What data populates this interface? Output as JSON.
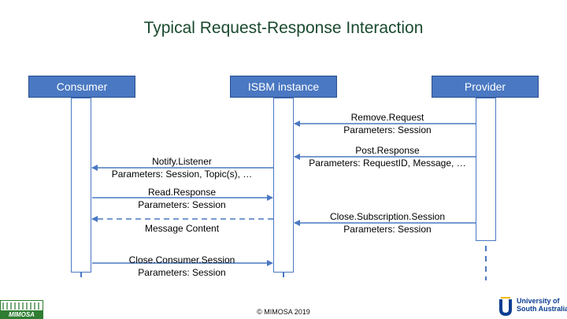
{
  "title": "Typical Request-Response Interaction",
  "actors": {
    "consumer": "Consumer",
    "isbm": "ISBM instance",
    "provider": "Provider"
  },
  "messages": {
    "remove_request": {
      "name": "Remove.Request",
      "params": "Parameters: Session"
    },
    "post_response": {
      "name": "Post.Response",
      "params": "Parameters: RequestID, Message, …"
    },
    "notify_listener": {
      "name": "Notify.Listener",
      "params": "Parameters: Session, Topic(s), …"
    },
    "read_response": {
      "name": "Read.Response",
      "params": "Parameters: Session"
    },
    "close_subscription": {
      "name": "Close.Subscription.Session",
      "params": "Parameters: Session"
    },
    "message_content": {
      "name": "Message Content"
    },
    "close_consumer": {
      "name": "Close.Consumer.Session",
      "params": "Parameters: Session"
    }
  },
  "footer": {
    "copyright": "© MIMOSA 2019"
  },
  "logos": {
    "mimosa": "MIMOSA",
    "unisa_line1": "University of",
    "unisa_line2": "South Australia"
  },
  "colors": {
    "actor_fill": "#4a78c2",
    "arrow": "#4a78c2",
    "title": "#1a4a2e"
  }
}
